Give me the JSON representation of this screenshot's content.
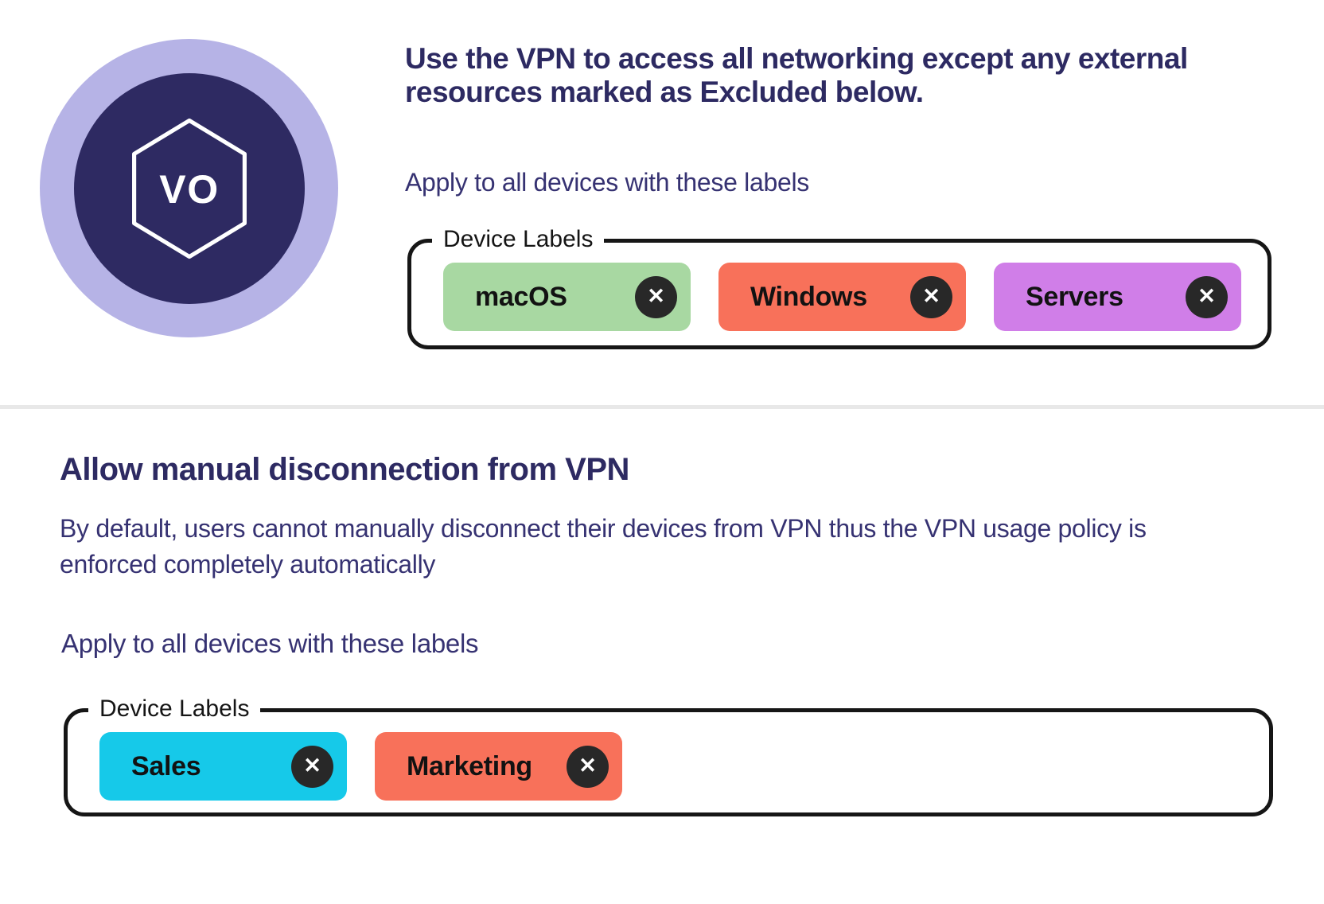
{
  "badge": {
    "monogram": "VO"
  },
  "icons": {
    "close": "✕"
  },
  "colors": {
    "heading_navy": "#2d2a62",
    "body_navy": "#363272",
    "badge_outer": "#b6b3e6",
    "badge_inner": "#2e2a62",
    "fieldset_border": "#161616",
    "chip_remove_bg": "#282828",
    "divider": "#e8e8e8"
  },
  "section_vpn_access": {
    "heading": "Use the VPN to access all networking except any external resources marked as Excluded below.",
    "apply_label": "Apply to all devices with these labels",
    "device_labels_legend": "Device Labels",
    "chips": [
      {
        "label": "macOS",
        "color": "#a8d8a2"
      },
      {
        "label": "Windows",
        "color": "#f8715a"
      },
      {
        "label": "Servers",
        "color": "#d07ee8"
      }
    ]
  },
  "section_manual_disconnect": {
    "heading": "Allow manual disconnection from VPN",
    "description": "By default, users cannot manually disconnect their devices from VPN thus the VPN usage policy is enforced completely automatically",
    "apply_label": "Apply to all devices with these labels",
    "device_labels_legend": "Device Labels",
    "chips": [
      {
        "label": "Sales",
        "color": "#16c9e9"
      },
      {
        "label": "Marketing",
        "color": "#f8715a"
      }
    ]
  }
}
